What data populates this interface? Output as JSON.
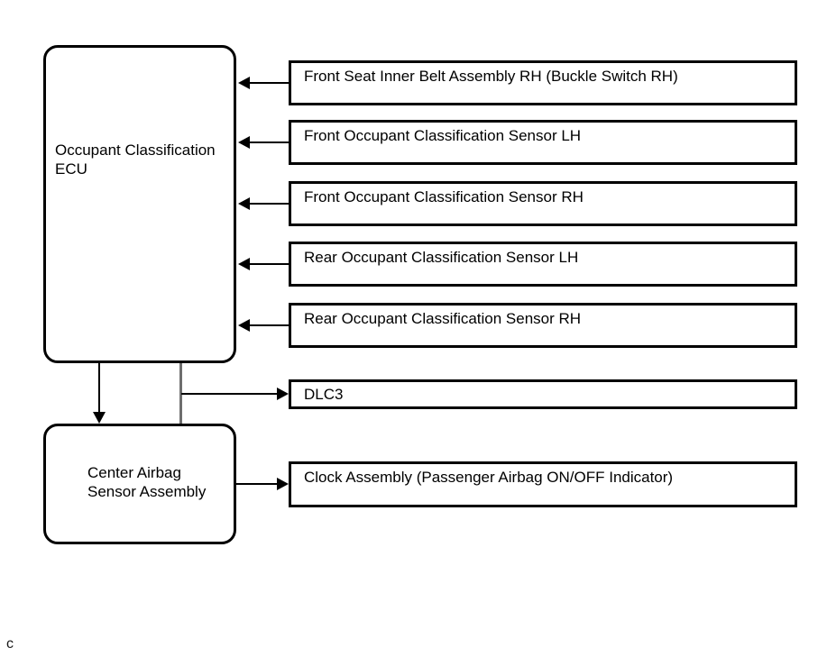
{
  "diagram_type": "block-diagram",
  "nodes": {
    "ecu": {
      "line1": "Occupant Classification",
      "line2": "ECU"
    },
    "center_airbag": {
      "line1": "Center Airbag",
      "line2": "Sensor Assembly"
    }
  },
  "components": [
    {
      "label": "Front Seat Inner Belt Assembly RH (Buckle Switch RH)",
      "connects": "arrow-into-ecu"
    },
    {
      "label": "Front Occupant Classification Sensor LH",
      "connects": "arrow-into-ecu"
    },
    {
      "label": "Front Occupant Classification Sensor RH",
      "connects": "arrow-into-ecu"
    },
    {
      "label": "Rear Occupant Classification Sensor LH",
      "connects": "arrow-into-ecu"
    },
    {
      "label": "Rear Occupant Classification Sensor RH",
      "connects": "arrow-into-ecu"
    },
    {
      "label": "DLC3",
      "connects": "arrow-from-ecu"
    },
    {
      "label": "Clock Assembly (Passenger Airbag ON/OFF Indicator)",
      "connects": "arrow-from-center-airbag-sensor-assembly"
    }
  ],
  "edges": [
    {
      "from": "ecu",
      "to": "center_airbag",
      "style": "black-down-arrow"
    },
    {
      "from": "ecu",
      "to": "center_airbag",
      "style": "gray-vertical-line"
    }
  ],
  "footer": {
    "marker": "c"
  },
  "colors": {
    "background": "#ffffff",
    "line": "#000000",
    "connector_gray": "#6e6e6e"
  }
}
